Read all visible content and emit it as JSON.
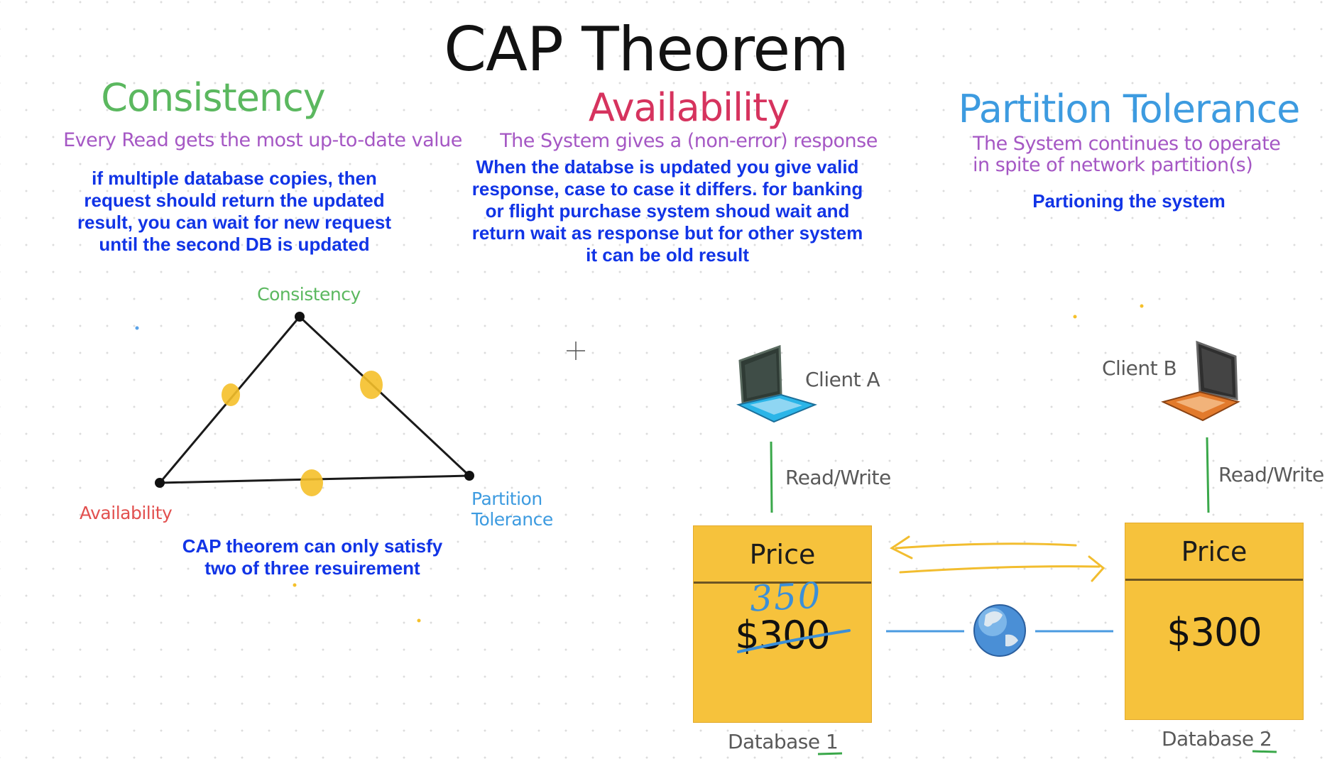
{
  "title": "CAP Theorem",
  "columns": {
    "consistency": {
      "heading": "Consistency",
      "subtitle": "Every Read gets the most up-to-date value",
      "note": "if multiple database copies, then request should return the updated result, you can wait for new request until the second DB is updated"
    },
    "availability": {
      "heading": "Availability",
      "subtitle": "The System gives a (non-error) response",
      "note": "When the databse is updated you give valid response, case to case it differs. for banking or flight purchase system shoud wait and return wait as response but for other system it can be old result"
    },
    "partition": {
      "heading": "Partition Tolerance",
      "subtitle_line1": "The System continues to operate",
      "subtitle_line2": "in spite of network partition(s)",
      "note": "Partioning the system"
    }
  },
  "triangle": {
    "vertex_top": "Consistency",
    "vertex_left": "Availability",
    "vertex_right_line1": "Partition",
    "vertex_right_line2": "Tolerance",
    "note_line1": "CAP theorem can only satisfy",
    "note_line2": "two of three resuirement"
  },
  "network": {
    "client_a": "Client A",
    "client_b": "Client B",
    "rw_label_a": "Read/Write",
    "rw_label_b": "Read/Write",
    "db1": {
      "header": "Price",
      "value": "$300",
      "handwritten": "350",
      "label": "Database 1"
    },
    "db2": {
      "header": "Price",
      "value": "$300",
      "label": "Database 2"
    }
  },
  "colors": {
    "consistency": "#5bb85f",
    "availability": "#d6335e",
    "partition": "#3d9be0",
    "subtitle": "#a557c4",
    "note": "#1134e6",
    "database": "#f6c23c",
    "highlight": "#f5c02a"
  }
}
